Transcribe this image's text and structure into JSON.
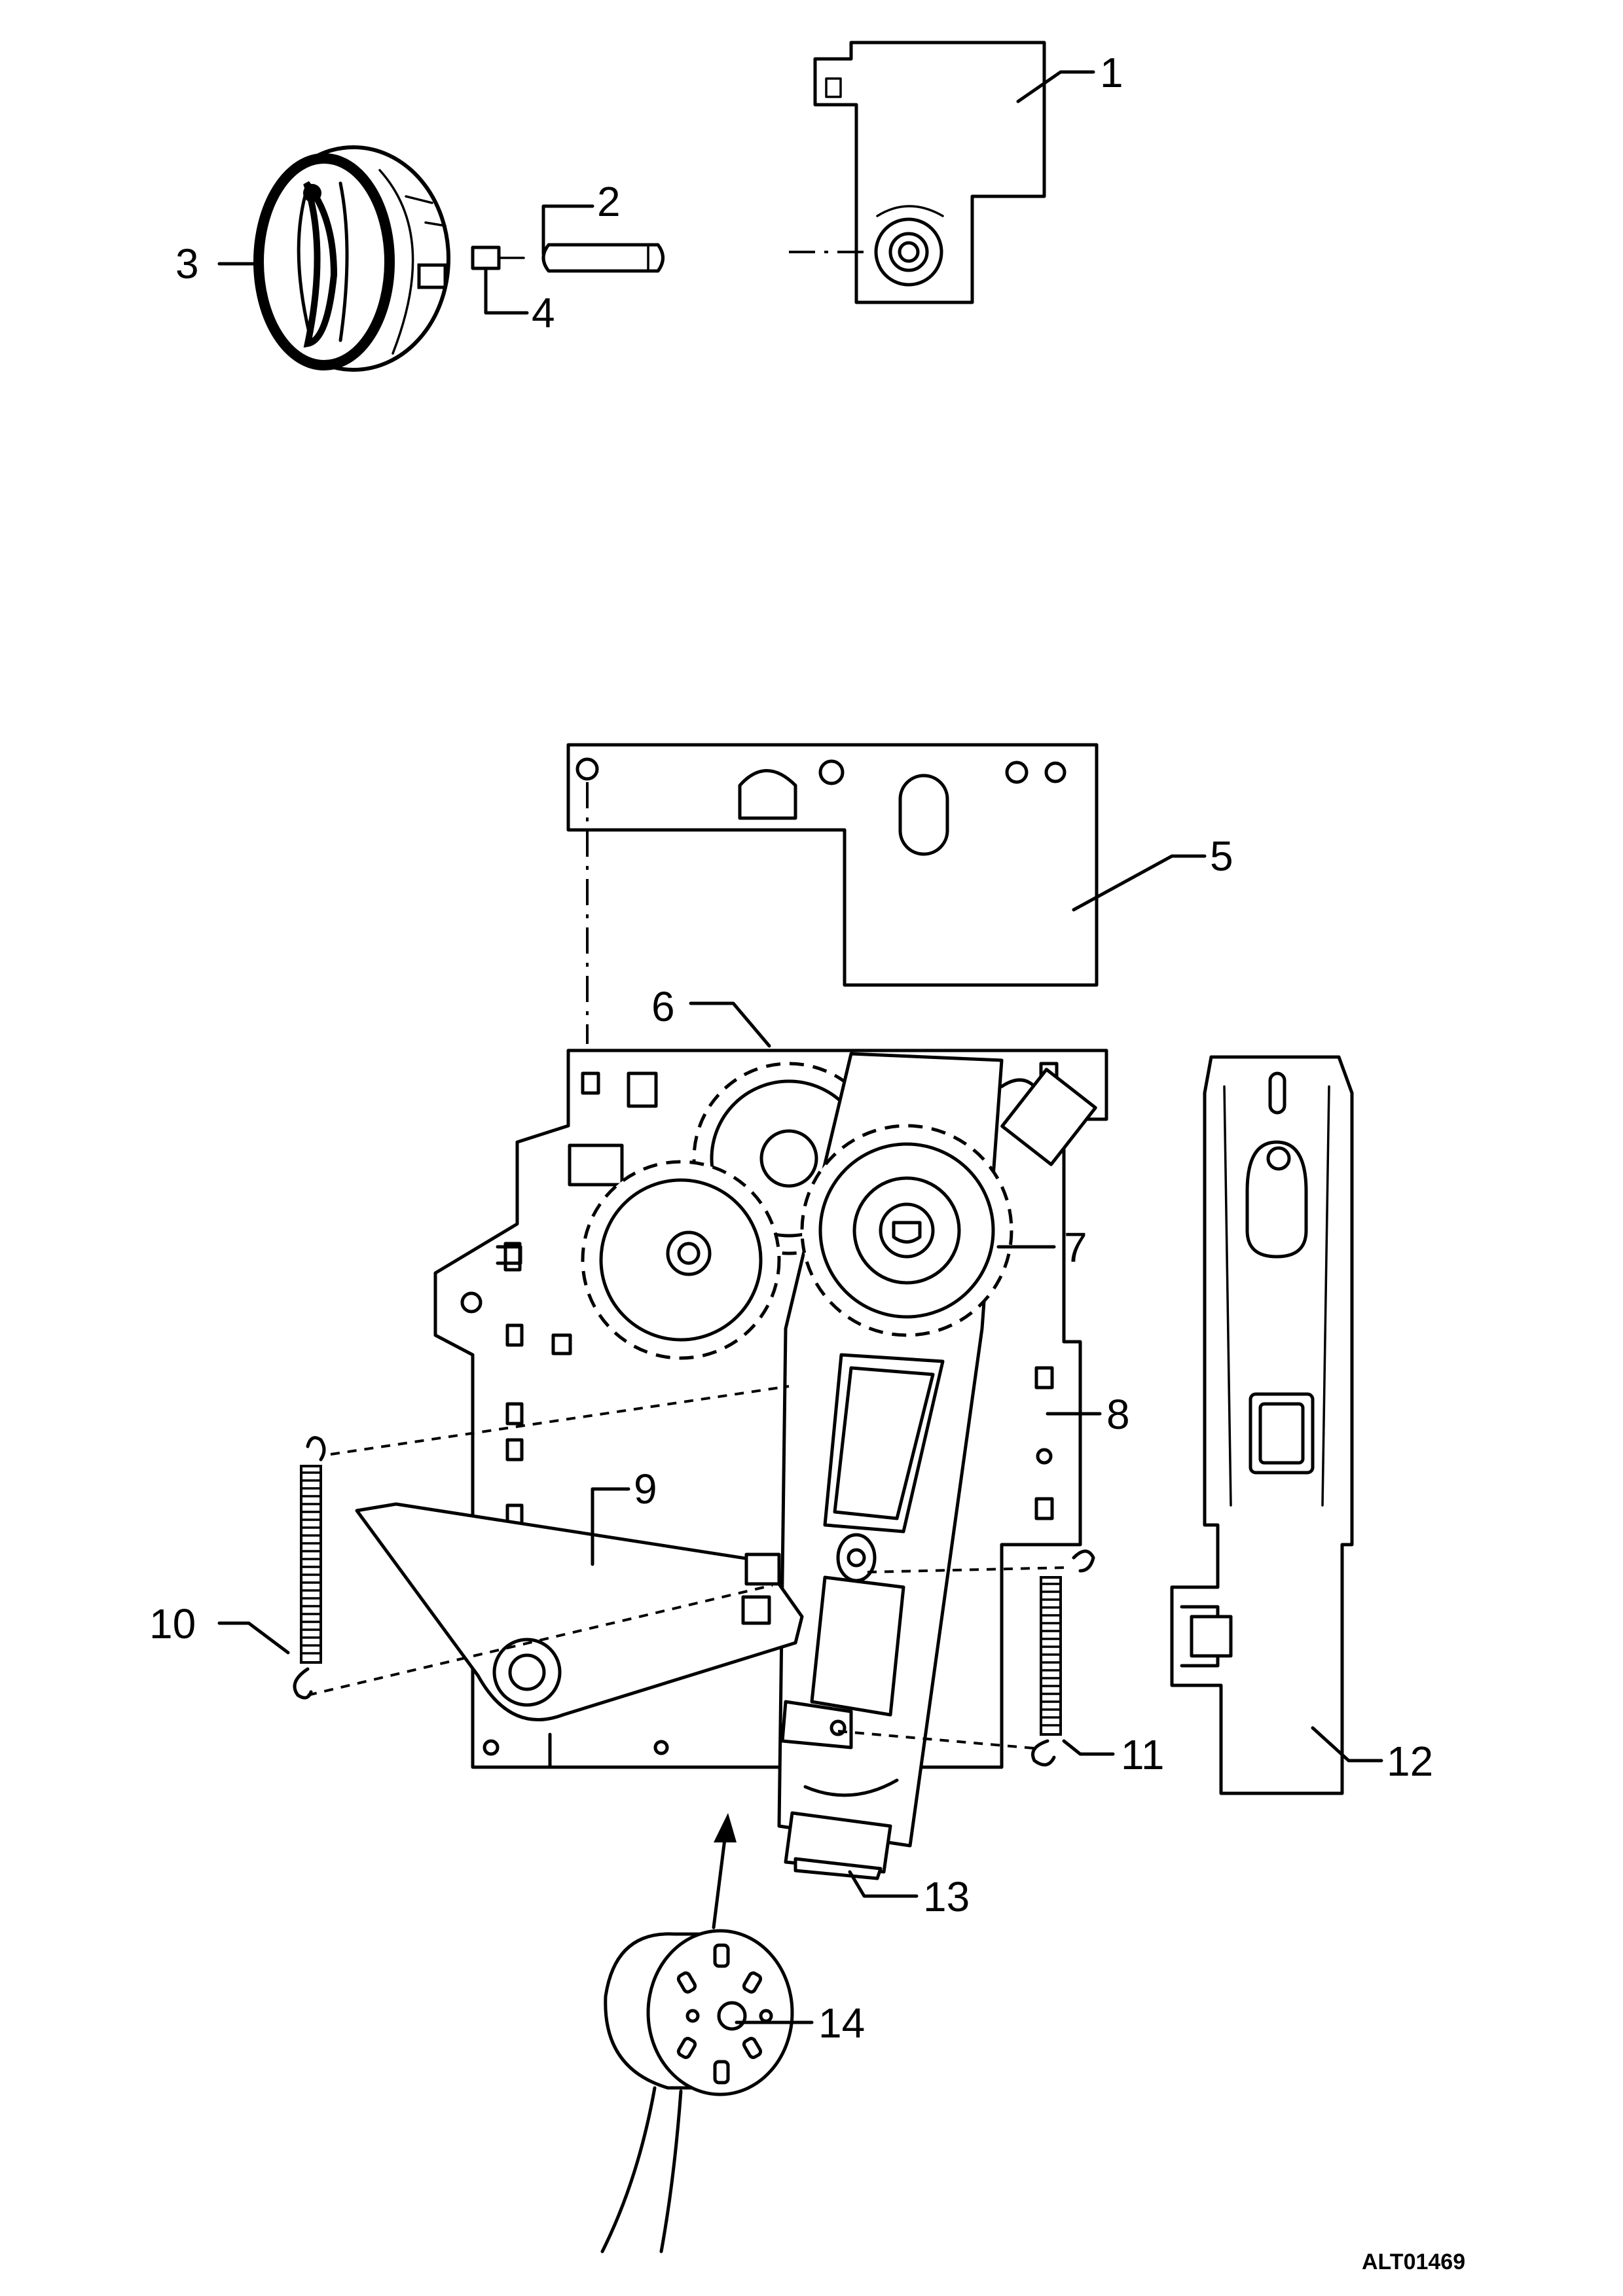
{
  "diagram": {
    "code": "ALT01469",
    "callouts": [
      {
        "id": "1",
        "label": "1"
      },
      {
        "id": "2",
        "label": "2"
      },
      {
        "id": "3",
        "label": "3"
      },
      {
        "id": "4",
        "label": "4"
      },
      {
        "id": "5",
        "label": "5"
      },
      {
        "id": "6",
        "label": "6"
      },
      {
        "id": "7",
        "label": "7"
      },
      {
        "id": "8",
        "label": "8"
      },
      {
        "id": "9",
        "label": "9"
      },
      {
        "id": "10",
        "label": "10"
      },
      {
        "id": "11",
        "label": "11"
      },
      {
        "id": "12",
        "label": "12"
      },
      {
        "id": "13",
        "label": "13"
      },
      {
        "id": "14",
        "label": "14"
      }
    ]
  }
}
